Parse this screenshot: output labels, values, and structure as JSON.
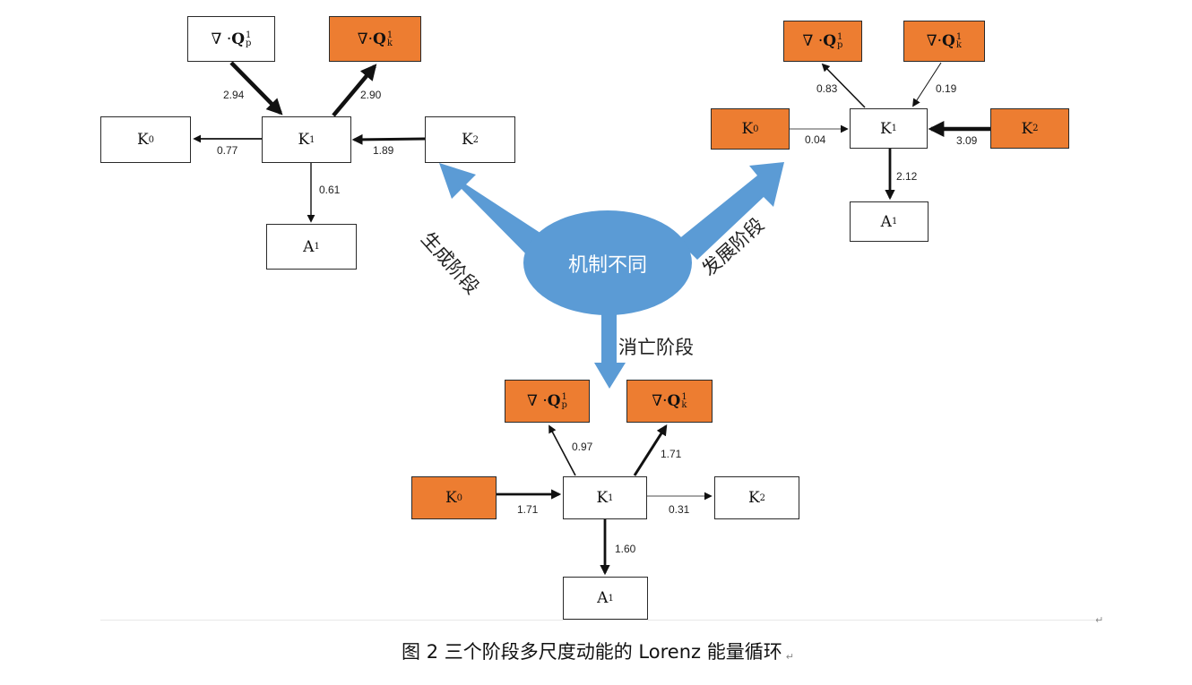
{
  "center": {
    "label": "机制不同",
    "color": "#5b9bd5"
  },
  "stages": {
    "genesis": {
      "label": "生成阶段",
      "boxes": {
        "div_qp": {
          "base": "∇ · ",
          "sym": "Q",
          "sup": "1",
          "sub": "p",
          "fill": "white"
        },
        "div_qk": {
          "base": "∇·",
          "sym": "Q",
          "sup": "1",
          "sub": "k",
          "fill": "orange"
        },
        "k0": {
          "base": "K",
          "sup": "0",
          "fill": "white"
        },
        "k1": {
          "base": "K",
          "sup": "1",
          "fill": "white"
        },
        "k2": {
          "base": "K",
          "sup": "2",
          "fill": "white"
        },
        "a1": {
          "base": "A",
          "sup": "1",
          "fill": "white"
        }
      },
      "flows": {
        "qp_to_k1": "2.94",
        "k1_to_qk": "2.90",
        "k1_to_k0": "0.77",
        "k2_to_k1": "1.89",
        "k1_to_a1": "0.61"
      }
    },
    "development": {
      "label": "发展阶段",
      "boxes": {
        "div_qp": {
          "base": "∇ · ",
          "sym": "Q",
          "sup": "1",
          "sub": "p",
          "fill": "orange"
        },
        "div_qk": {
          "base": "∇·",
          "sym": "Q",
          "sup": "1",
          "sub": "k",
          "fill": "orange"
        },
        "k0": {
          "base": "K",
          "sup": "0",
          "fill": "orange"
        },
        "k1": {
          "base": "K",
          "sup": "1",
          "fill": "white"
        },
        "k2": {
          "base": "K",
          "sup": "2",
          "fill": "orange"
        },
        "a1": {
          "base": "A",
          "sup": "1",
          "fill": "white"
        }
      },
      "flows": {
        "k1_to_qp": "0.83",
        "qk_to_k1": "0.19",
        "k0_to_k1": "0.04",
        "k2_to_k1": "3.09",
        "k1_to_a1": "2.12"
      }
    },
    "decay": {
      "label": "消亡阶段",
      "boxes": {
        "div_qp": {
          "base": "∇ · ",
          "sym": "Q",
          "sup": "1",
          "sub": "p",
          "fill": "orange"
        },
        "div_qk": {
          "base": "∇·",
          "sym": "Q",
          "sup": "1",
          "sub": "k",
          "fill": "orange"
        },
        "k0": {
          "base": "K",
          "sup": "0",
          "fill": "orange"
        },
        "k1": {
          "base": "K",
          "sup": "1",
          "fill": "white"
        },
        "k2": {
          "base": "K",
          "sup": "2",
          "fill": "white"
        },
        "a1": {
          "base": "A",
          "sup": "1",
          "fill": "white"
        }
      },
      "flows": {
        "k1_to_qp": "0.97",
        "k1_to_qk": "1.71",
        "k0_to_k1": "1.71",
        "k1_to_k2": "0.31",
        "k1_to_a1": "1.60"
      }
    }
  },
  "colors": {
    "orange": "#ed7d31",
    "blue": "#5b9bd5",
    "line": "#111111"
  },
  "caption": "图 2  三个阶段多尺度动能的 Lorenz 能量循环",
  "para_mark": "↵"
}
